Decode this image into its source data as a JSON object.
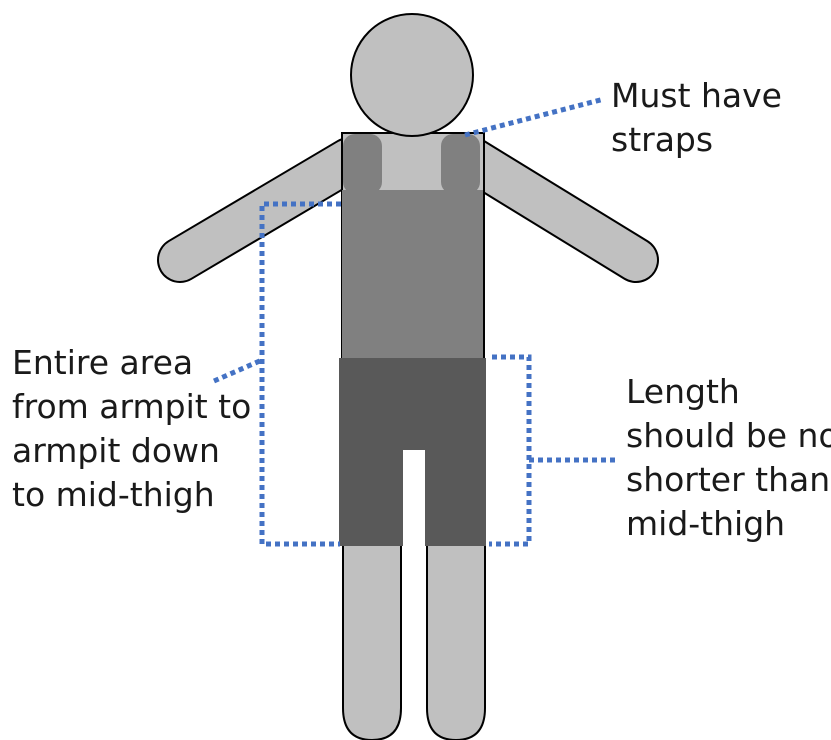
{
  "colors": {
    "skin": "#c0c0c0",
    "body_outline": "#000000",
    "garment_top": "#808080",
    "garment_shorts": "#595959",
    "callout": "#4472c4",
    "background": "#ffffff"
  },
  "annotations": {
    "straps": {
      "lines": [
        "Must have",
        "straps"
      ]
    },
    "coverage": {
      "lines": [
        "Entire area",
        "from armpit to",
        "armpit down",
        "to mid-thigh"
      ]
    },
    "length": {
      "lines": [
        "Length",
        "should be no",
        "shorter than",
        "mid-thigh"
      ]
    }
  }
}
